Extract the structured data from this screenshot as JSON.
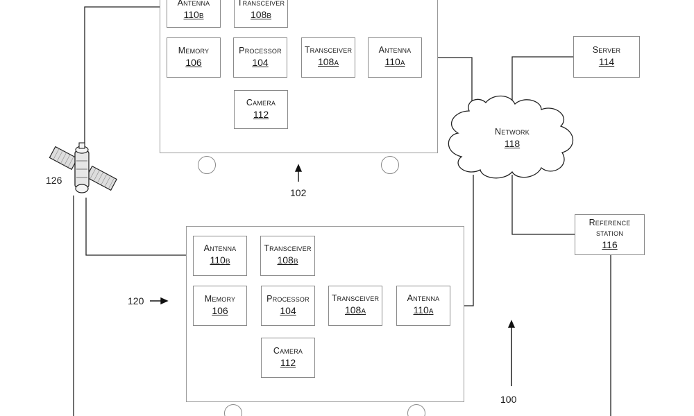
{
  "system_ref": "100",
  "vehicle_top": {
    "ref": "102",
    "antenna_b": {
      "label": "Antenna",
      "num": "110B"
    },
    "transceiver_b": {
      "label": "Transceiver",
      "num": "108B"
    },
    "memory": {
      "label": "Memory",
      "num": "106"
    },
    "processor": {
      "label": "Processor",
      "num": "104"
    },
    "transceiver_a": {
      "label": "Transceiver",
      "num": "108A"
    },
    "antenna_a": {
      "label": "Antenna",
      "num": "110A"
    },
    "camera": {
      "label": "Camera",
      "num": "112"
    }
  },
  "vehicle_bottom": {
    "ref": "120",
    "antenna_b": {
      "label": "Antenna",
      "num": "110B"
    },
    "transceiver_b": {
      "label": "Transceiver",
      "num": "108B"
    },
    "memory": {
      "label": "Memory",
      "num": "106"
    },
    "processor": {
      "label": "Processor",
      "num": "104"
    },
    "transceiver_a": {
      "label": "Transceiver",
      "num": "108A"
    },
    "antenna_a": {
      "label": "Antenna",
      "num": "110A"
    },
    "camera": {
      "label": "Camera",
      "num": "112"
    }
  },
  "server": {
    "label": "Server",
    "num": "114"
  },
  "network": {
    "label": "Network",
    "num": "118"
  },
  "reference_station": {
    "label_line1": "Reference",
    "label_line2": "station",
    "num": "116"
  },
  "satellite": {
    "ref": "126"
  }
}
